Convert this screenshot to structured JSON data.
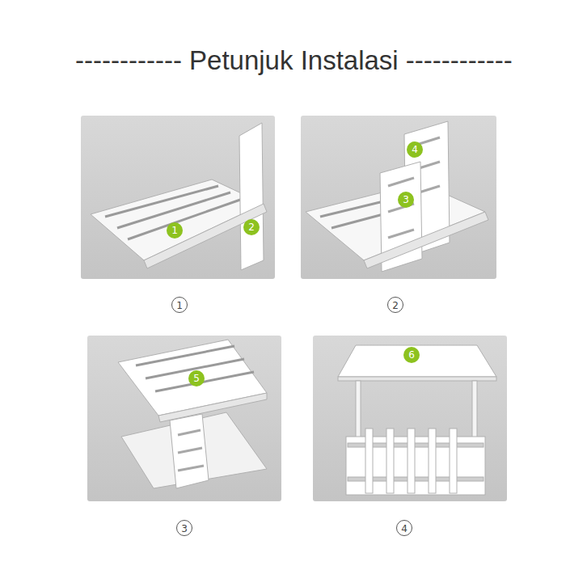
{
  "diagram": {
    "title": "------------ Petunjuk Instalasi ------------",
    "labels": [
      "1",
      "2",
      "4",
      "3",
      "5",
      "6",
      "1",
      "2",
      "3",
      "4"
    ]
  }
}
